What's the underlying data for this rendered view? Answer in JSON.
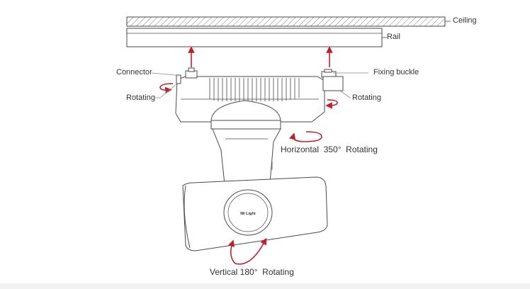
{
  "labels": {
    "ceiling": "Ceiling",
    "rail": "Rail",
    "connector": "Connector",
    "fixing_buckle": "Fixing buckle",
    "rotating_left": "Rotating",
    "rotating_right": "Rotating",
    "horizontal_rotating": "Horizontal  350°  Rotating",
    "vertical_rotating": "Vertical 180°  Rotating"
  },
  "brand_logo": "Mi·Light",
  "colors": {
    "line": "#4a4a4a",
    "arrow": "#c0202a",
    "label": "#333333"
  }
}
